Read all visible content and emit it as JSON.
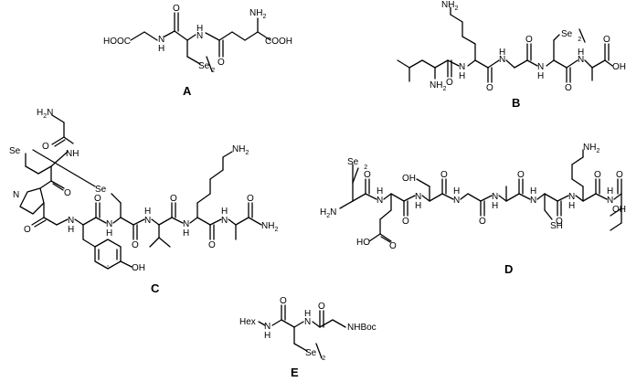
{
  "compounds": {
    "A": {
      "label": "A",
      "atoms": {
        "hooc": "HOOC",
        "nh_gly": "H",
        "n_gly": "N",
        "nh_glu": "H",
        "n_glu": "N",
        "nh2": "NH",
        "nh2_sub": "2",
        "cooh": "COOH",
        "se": "Se",
        "se_sub": "2"
      }
    },
    "B": {
      "label": "B",
      "atoms": {
        "nh2_lys": "NH",
        "nh2_lys_sub": "2",
        "se": "Se",
        "se_sub": "2",
        "n1": "N",
        "h1": "H",
        "n2": "N",
        "h2": "H",
        "n3": "N",
        "h3": "H",
        "n4": "N",
        "h4": "H",
        "nh2_leu": "NH",
        "nh2_leu_sub": "2",
        "oh": "OH"
      }
    },
    "C": {
      "label": "C",
      "atoms": {
        "nh2_top": "H",
        "nh2_top_n": "N",
        "nh2_top_sub": "2",
        "se1": "Se",
        "se2": "Se",
        "nh_gly": "NH",
        "n_pro": "N",
        "n1": "N",
        "h1": "H",
        "n2": "N",
        "h2": "H",
        "n3": "N",
        "h3": "H",
        "n4": "N",
        "h4": "H",
        "n5": "N",
        "h5": "H",
        "nh2_lys": "NH",
        "nh2_lys_sub": "2",
        "nh2_end": "NH",
        "nh2_end_sub": "2",
        "oh": "OH"
      }
    },
    "D": {
      "label": "D",
      "atoms": {
        "se": "Se",
        "se_sub": "2",
        "oh_ser": "OH",
        "nh2_lys": "NH",
        "nh2_lys_sub": "2",
        "h2n": "H",
        "h2n_n": "N",
        "h2n_sub": "2",
        "n1": "N",
        "h1": "H",
        "n2": "N",
        "h2": "H",
        "n3": "N",
        "h3": "H",
        "n4": "N",
        "h4": "H",
        "n5": "N",
        "h5": "H",
        "n6": "N",
        "h6": "H",
        "n7": "N",
        "h7": "H",
        "oh_end": "OH",
        "sh": "SH",
        "ho_glu": "HO"
      }
    },
    "E": {
      "label": "E",
      "atoms": {
        "hex": "Hex",
        "n_hex": "N",
        "h_hex": "H",
        "h_gly": "H",
        "n_gly": "N",
        "nhboc": "NHBoc",
        "se": "Se",
        "se_sub": "2"
      }
    }
  }
}
